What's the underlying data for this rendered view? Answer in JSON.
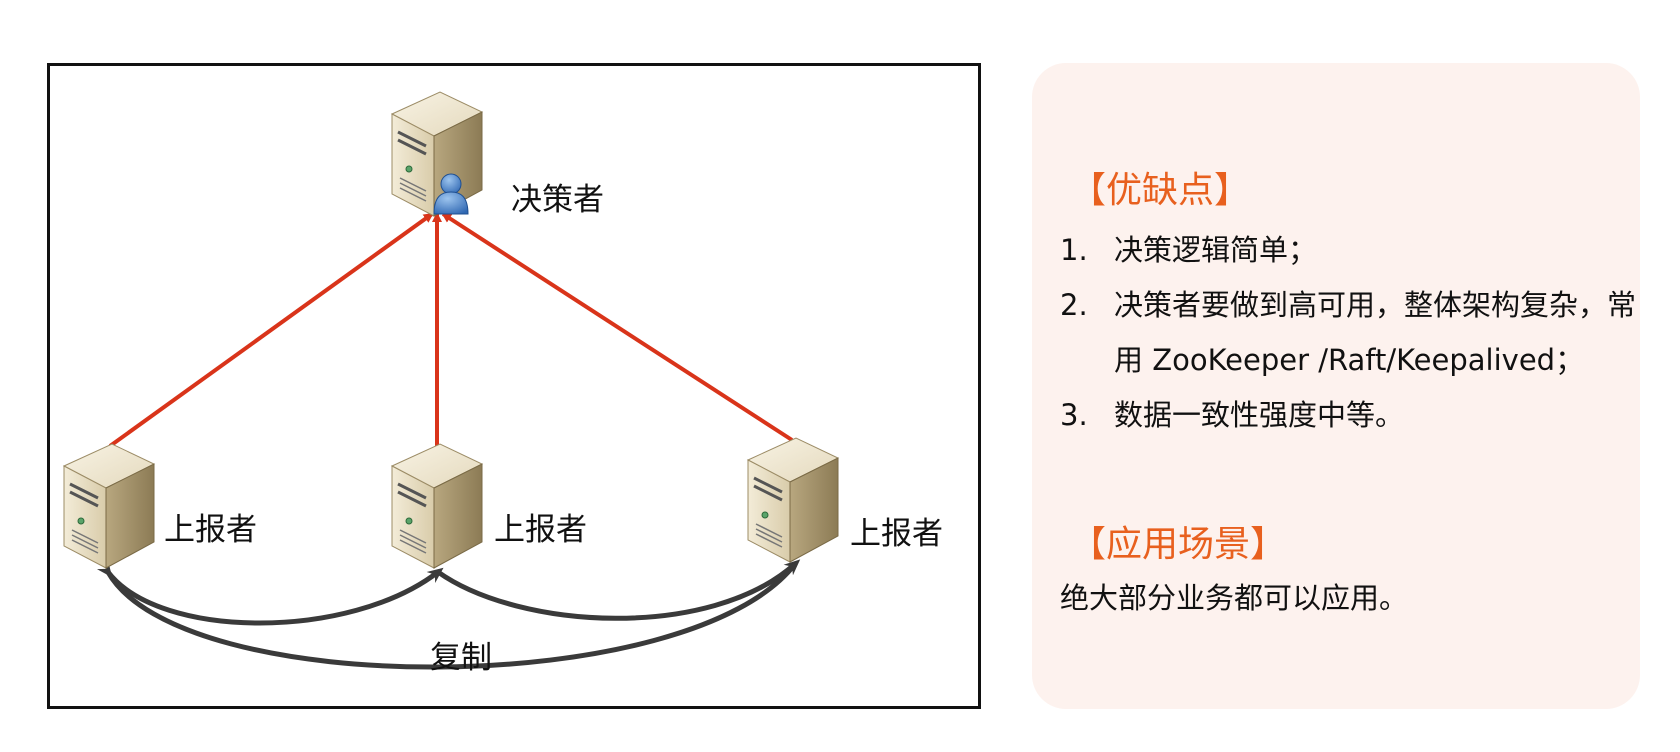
{
  "diagram": {
    "decider_label": "决策者",
    "reporter_labels": [
      "上报者",
      "上报者",
      "上报者"
    ],
    "replication_label": "复制",
    "colors": {
      "vote_arrow": "#d9341a",
      "replication_arrow": "#3a3a3a",
      "frame": "#111111"
    }
  },
  "panel": {
    "pros_cons_title": "【优缺点】",
    "pros_cons_items": [
      {
        "num": "1.",
        "text": "决策逻辑简单；"
      },
      {
        "num": "2.",
        "text": "决策者要做到高可用，整体架构复杂，常用 ZooKeeper /Raft/Keepalived；"
      },
      {
        "num": "3.",
        "text": "数据一致性强度中等。"
      }
    ],
    "scenario_title": "【应用场景】",
    "scenario_text": "绝大部分业务都可以应用。",
    "colors": {
      "background": "#fdf2ee",
      "title": "#e8601e"
    }
  }
}
